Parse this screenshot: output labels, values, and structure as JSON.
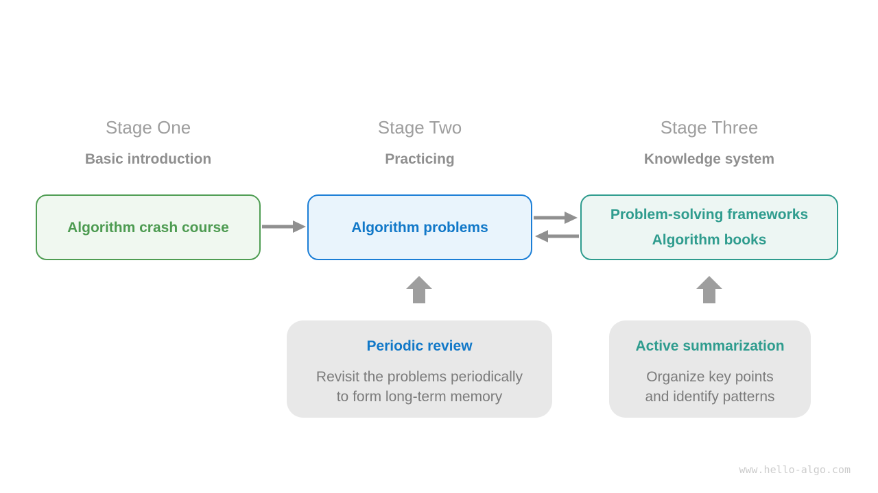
{
  "stages": [
    {
      "title": "Stage One",
      "subtitle": "Basic introduction",
      "box_lines": [
        "Algorithm crash course"
      ]
    },
    {
      "title": "Stage Two",
      "subtitle": "Practicing",
      "box_lines": [
        "Algorithm problems"
      ]
    },
    {
      "title": "Stage Three",
      "subtitle": "Knowledge system",
      "box_lines": [
        "Problem-solving frameworks",
        "Algorithm books"
      ]
    }
  ],
  "notes": [
    {
      "title": "Periodic review",
      "body_lines": [
        "Revisit the problems periodically",
        "to form long-term memory"
      ]
    },
    {
      "title": "Active summarization",
      "body_lines": [
        "Organize key points",
        "and identify patterns"
      ]
    }
  ],
  "watermark": {
    "text": "www.hello-algo.com"
  },
  "colors": {
    "green_accent": "#4d9b51",
    "green_border": "#4f9d53",
    "green_bg": "#f0f8f0",
    "blue_accent": "#1178c8",
    "blue_border": "#1b7ed6",
    "blue_bg": "#e9f4fc",
    "teal_accent": "#2f9c8e",
    "teal_bg": "#edf6f3",
    "stage_title_gray": "#9e9e9e",
    "stage_subtitle_gray": "#8f8f8f",
    "note_bg": "#e8e8e8",
    "note_body_gray": "#7b7b7b",
    "arrow_gray": "#909090",
    "watermark_gray": "#cccccc"
  }
}
